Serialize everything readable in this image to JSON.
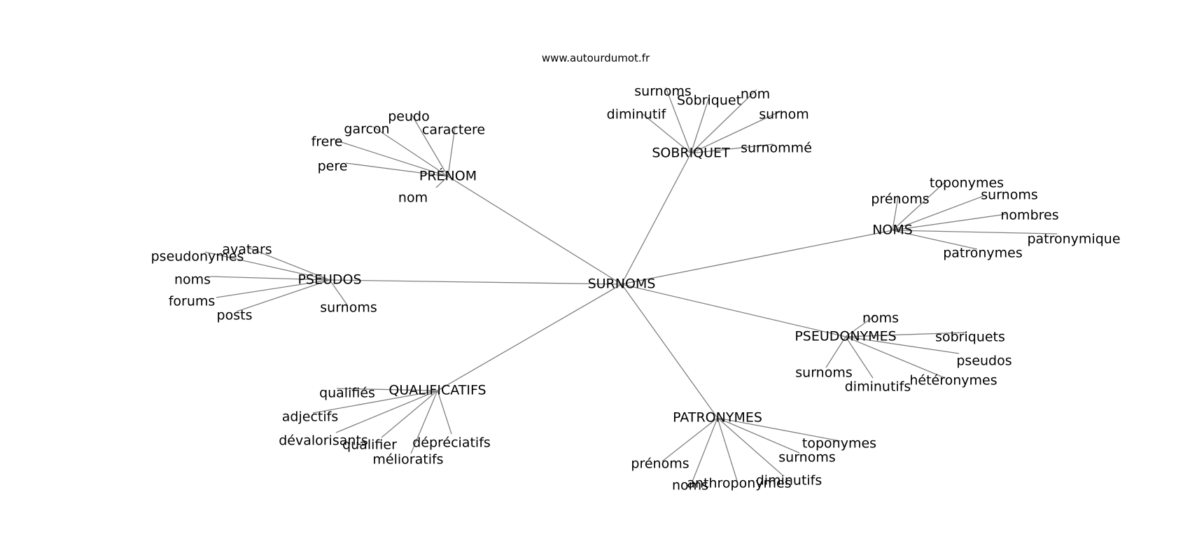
{
  "website": "www.autourdumot.fr",
  "center": "SURNOMS",
  "edge_color": "#808080",
  "branches": [
    {
      "hub": "SOBRIQUET",
      "leaves": [
        "surnoms",
        "Sobriquet",
        "nom",
        "diminutif",
        "surnom",
        "surnommé"
      ]
    },
    {
      "hub": "PRÉNOM",
      "leaves": [
        "peudo",
        "garcon",
        "caractere",
        "frere",
        "pere",
        "nom"
      ]
    },
    {
      "hub": "NOMS",
      "leaves": [
        "toponymes",
        "prénoms",
        "surnoms",
        "nombres",
        "patronymique",
        "patronymes"
      ]
    },
    {
      "hub": "PSEUDOS",
      "leaves": [
        "avatars",
        "pseudonymes",
        "noms",
        "forums",
        "posts",
        "surnoms"
      ]
    },
    {
      "hub": "PSEUDONYMES",
      "leaves": [
        "noms",
        "sobriquets",
        "pseudos",
        "surnoms",
        "hétéronymes",
        "diminutifs"
      ]
    },
    {
      "hub": "QUALIFICATIFS",
      "leaves": [
        "qualifiés",
        "adjectifs",
        "dévalorisants",
        "qualifier",
        "dépréciatifs",
        "mélioratifs"
      ]
    },
    {
      "hub": "PATRONYMES",
      "leaves": [
        "toponymes",
        "surnoms",
        "prénoms",
        "noms",
        "anthroponymes",
        "diminutifs"
      ]
    }
  ]
}
